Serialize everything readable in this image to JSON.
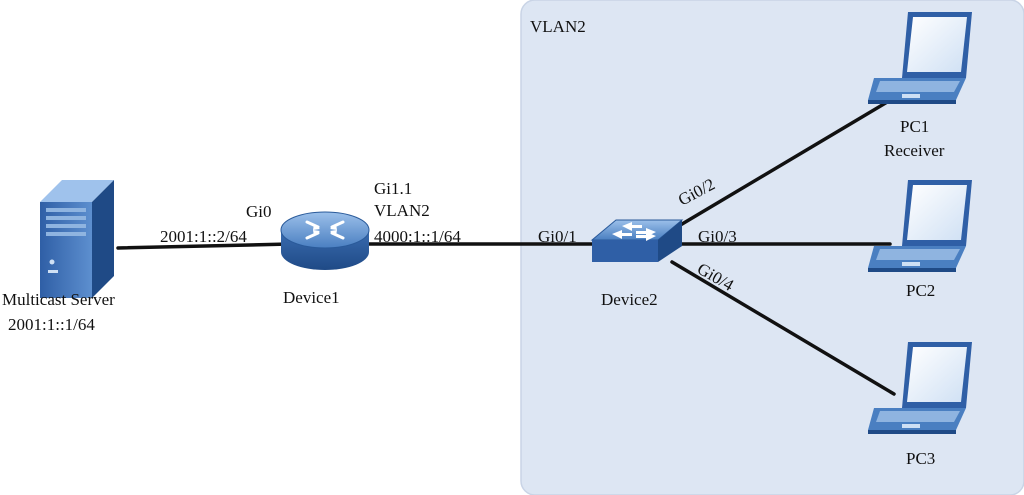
{
  "vlan_region": {
    "label": "VLAN2",
    "fill": "#dde6f3",
    "stroke": "#c9d4e6"
  },
  "multicast_server": {
    "name": "Multicast Server",
    "ip": "2001:1::1/64",
    "icon": "server-icon"
  },
  "device1": {
    "name": "Device1",
    "icon": "router-icon",
    "port": "Gi0",
    "port_ip": "2001:1::2/64",
    "subif": "Gi1.1",
    "subif_vlan": "VLAN2",
    "subif_ip": "4000:1::1/64"
  },
  "device2": {
    "name": "Device2",
    "icon": "switch-icon",
    "port_uplink": "Gi0/1",
    "port_pc1": "Gi0/2",
    "port_pc2": "Gi0/3",
    "port_pc3": "Gi0/4"
  },
  "pc1": {
    "name": "PC1",
    "role": "Receiver",
    "icon": "laptop-icon"
  },
  "pc2": {
    "name": "PC2",
    "icon": "laptop-icon"
  },
  "pc3": {
    "name": "PC3",
    "icon": "laptop-icon"
  },
  "colors": {
    "device_blue": "#3c6fb0",
    "device_light": "#8fb4e0",
    "line": "#111111"
  }
}
